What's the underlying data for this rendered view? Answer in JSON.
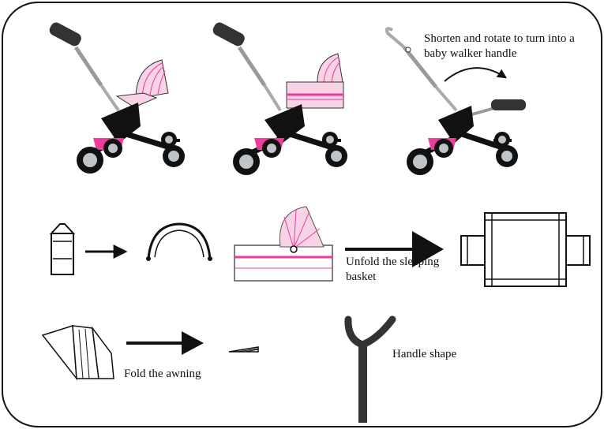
{
  "labels": {
    "walker_note": "Shorten and rotate to turn into a baby walker handle",
    "unfold_basket": "Unfold the sleeping basket",
    "fold_awning": "Fold the awning",
    "handle_shape": "Handle shape"
  },
  "colors": {
    "pink": "#ec3d9b",
    "light_pink": "#f8d3e6",
    "black": "#111111",
    "wheel_grey": "#bfc4c8",
    "handle_dark": "#333333"
  },
  "icons": [
    "stroller-with-seat",
    "stroller-with-basket",
    "stroller-walker",
    "folded-part",
    "arch-frame",
    "sleeping-basket",
    "unfolded-basket",
    "awning",
    "folded-awning",
    "handle"
  ]
}
